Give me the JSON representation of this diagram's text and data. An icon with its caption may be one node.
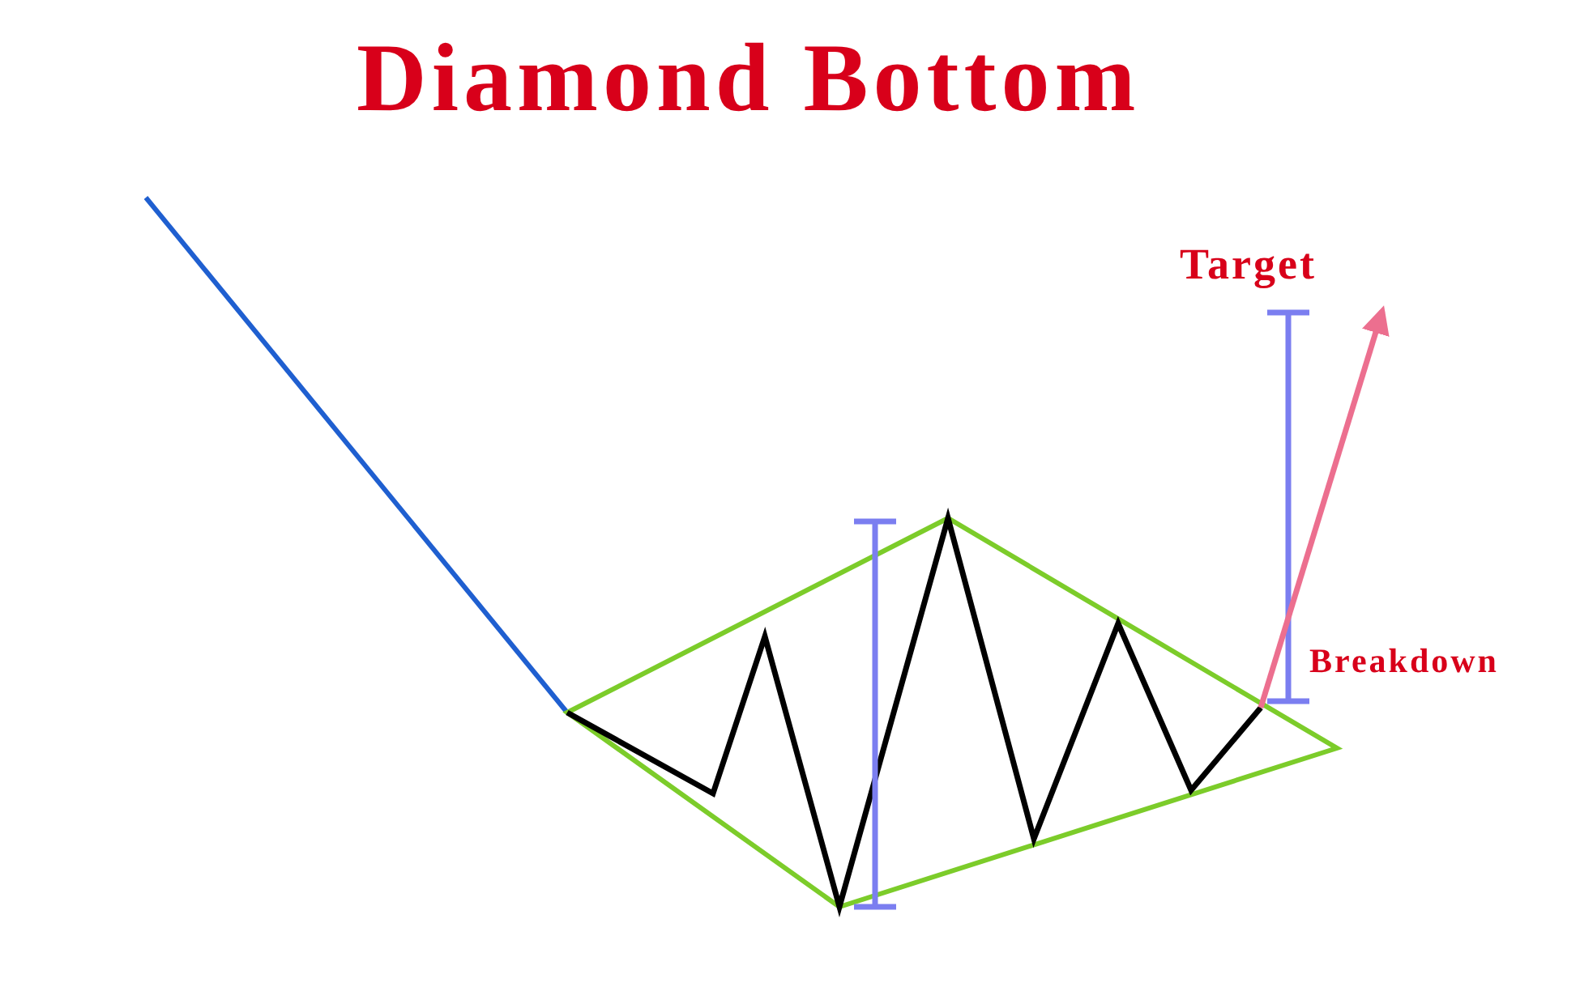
{
  "diagram": {
    "title": "Diamond Bottom",
    "labels": [
      "Target",
      "Breakdown"
    ]
  }
}
